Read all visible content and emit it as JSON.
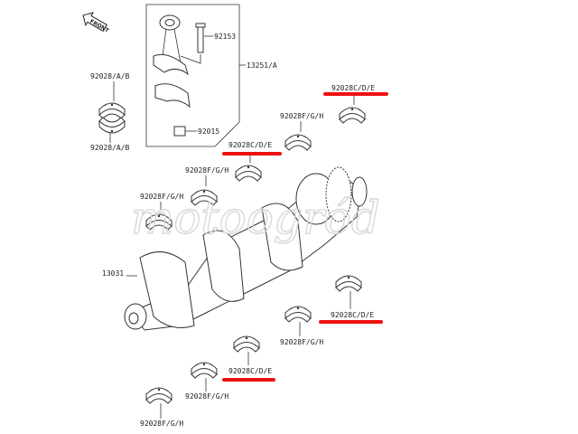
{
  "diagram": {
    "front_marker": "FRONT",
    "watermark": "motoogród",
    "highlight_color": "#ee1111",
    "labels": {
      "bearing_ab_top": "92028/A/B",
      "bearing_ab_bottom": "92028/A/B",
      "bolt": "92153",
      "conrod_assy": "13251/A",
      "nut": "92015",
      "crankshaft": "13031",
      "main_1": "92028C/D/E",
      "main_2": "92028F/G/H",
      "main_3": "92028C/D/E",
      "main_4": "92028F/G/H",
      "main_5": "92028F/G/H",
      "main_6": "92028C/D/E",
      "main_7": "92028F/G/H",
      "main_8": "92028C/D/E",
      "main_9": "92028F/G/H",
      "main_10": "92028F/G/H"
    }
  }
}
